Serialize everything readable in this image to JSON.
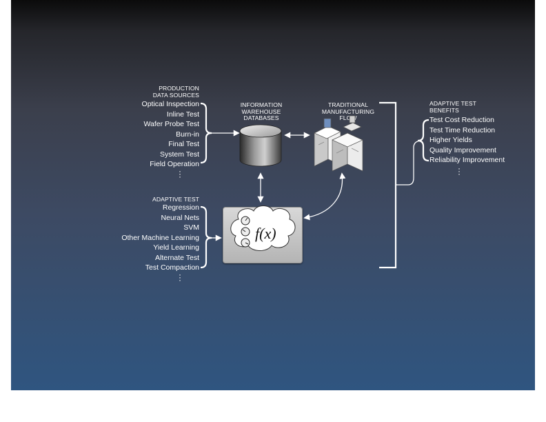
{
  "production": {
    "heading": [
      "PRODUCTION",
      "DATA SOURCES"
    ],
    "items": [
      "Optical Inspection",
      "Inline Test",
      "Wafer Probe Test",
      "Burn-in",
      "Final Test",
      "System Test",
      "Field Operation"
    ]
  },
  "warehouse": {
    "heading": [
      "INFORMATION",
      "WAREHOUSE",
      "DATABASES"
    ]
  },
  "manufacturing": {
    "heading": [
      "TRADITIONAL",
      "MANUFACTURING",
      "FLOW"
    ]
  },
  "adaptive": {
    "heading": "ADAPTIVE TEST",
    "items": [
      "Regression",
      "Neural Nets",
      "SVM",
      "Other Machine Learning",
      "Yield Learning",
      "Alternate Test",
      "Test Compaction"
    ]
  },
  "function_label": "f(x)",
  "benefits": {
    "heading": [
      "ADAPTIVE TEST",
      "BENEFITS"
    ],
    "items": [
      "Test Cost Reduction",
      "Test Time Reduction",
      "Higher Yields",
      "Quality Improvement",
      "Reliability Improvement"
    ]
  },
  "colors": {
    "panel_top": "#0b0b0b",
    "panel_bottom": "#2f5580",
    "text": "#ffffff"
  }
}
